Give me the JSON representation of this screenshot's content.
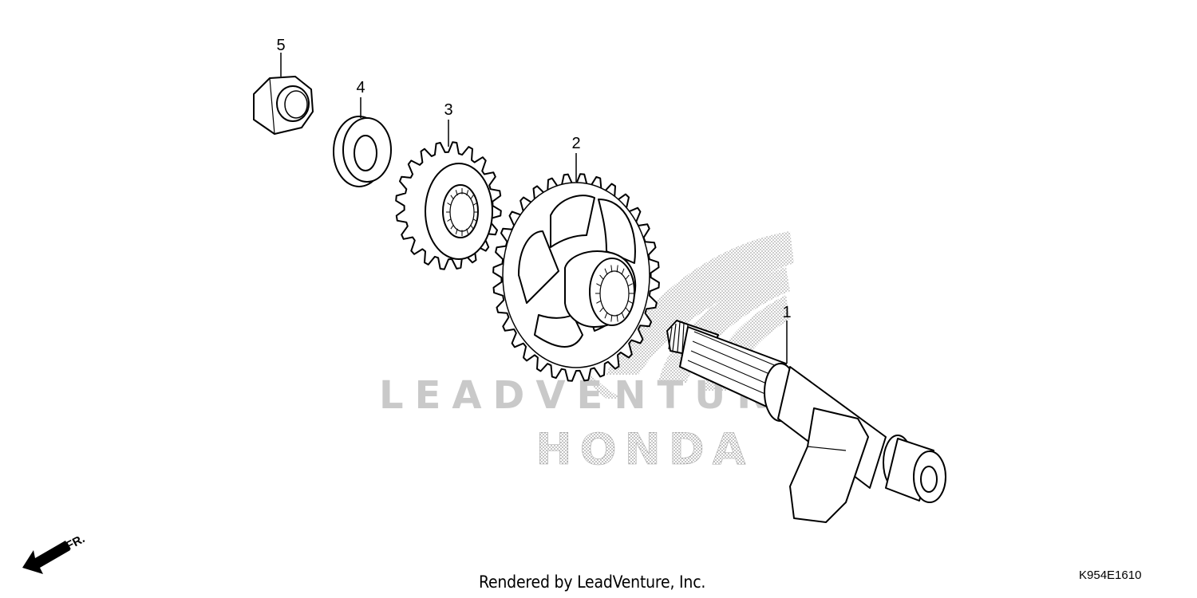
{
  "parts": [
    {
      "number": "1",
      "icon": "kickstarter-spindle-icon"
    },
    {
      "number": "2",
      "icon": "large-spur-gear-icon"
    },
    {
      "number": "3",
      "icon": "small-spur-gear-icon"
    },
    {
      "number": "4",
      "icon": "flat-washer-icon"
    },
    {
      "number": "5",
      "icon": "hex-nut-icon"
    }
  ],
  "direction_marker": {
    "label": "FR.",
    "icon": "front-arrow-icon"
  },
  "watermark": {
    "line1": "LEADVENTURE",
    "line2": "HONDA",
    "color": "#bdbdbd"
  },
  "footer": {
    "rendered_by": "Rendered by LeadVenture, Inc.",
    "diagram_code": "K954E1610"
  }
}
